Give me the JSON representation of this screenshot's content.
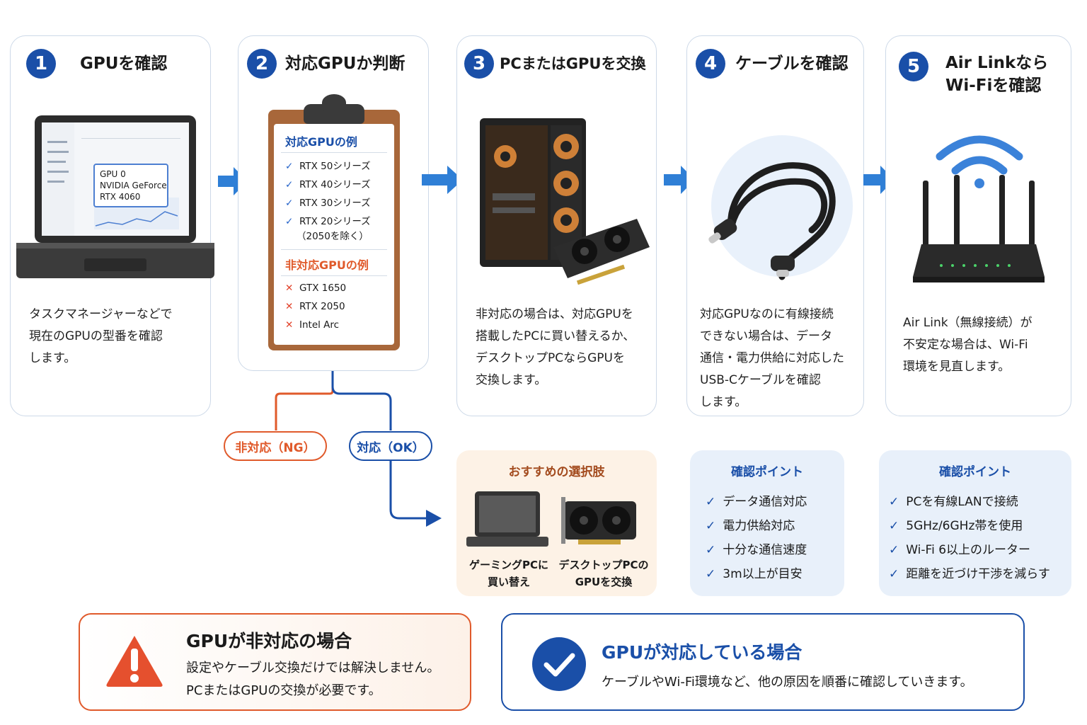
{
  "colors": {
    "primary_blue": "#1a4fa8",
    "accent_orange": "#e05a2b",
    "check_blue": "#2563c9",
    "cross_red": "#e2432b",
    "panel_blue_bg": "#e8f0fa",
    "panel_peach_bg": "#fdf2e6"
  },
  "steps": [
    {
      "num": "1",
      "title": "GPUを確認",
      "body": [
        "タスクマネージャーなどで",
        "現在のGPUの型番を確認",
        "します。"
      ]
    },
    {
      "num": "2",
      "title": "対応GPUか判断"
    },
    {
      "num": "3",
      "title": "PCまたはGPUを交換",
      "body": [
        "非対応の場合は、対応GPUを",
        "搭載したPCに買い替えるか、",
        "デスクトップPCならGPUを",
        "交換します。"
      ]
    },
    {
      "num": "4",
      "title": "ケーブルを確認",
      "body": [
        "対応GPUなのに有線接続",
        "できない場合は、データ",
        "通信・電力供給に対応した",
        "USB-Cケーブルを確認",
        "します。"
      ]
    },
    {
      "num": "5",
      "title_lines": [
        "Air Linkなら",
        "Wi-Fiを確認"
      ],
      "body": [
        "Air Link（無線接続）が",
        "不安定な場合は、Wi-Fi",
        "環境を見直します。"
      ]
    }
  ],
  "laptop_screen": {
    "gpu_line1": "GPU 0",
    "gpu_line2": "NVIDIA GeForce",
    "gpu_line3": "RTX 4060"
  },
  "clipboard": {
    "supported_title": "対応GPUの例",
    "supported": [
      "RTX 50シリーズ",
      "RTX 40シリーズ",
      "RTX 30シリーズ",
      "RTX 20シリーズ"
    ],
    "supported_note": "（2050を除く）",
    "unsupported_title": "非対応GPUの例",
    "unsupported": [
      "GTX 1650",
      "RTX 2050",
      "Intel Arc"
    ]
  },
  "branch": {
    "ng_label": "非対応（NG）",
    "ok_label": "対応（OK）"
  },
  "recommend": {
    "title": "おすすめの選択肢",
    "opt1": [
      "ゲーミングPCに",
      "買い替え"
    ],
    "opt2": [
      "デスクトップPCの",
      "GPUを交換"
    ]
  },
  "cable_points": {
    "title": "確認ポイント",
    "items": [
      "データ通信対応",
      "電力供給対応",
      "十分な通信速度",
      "3m以上が目安"
    ]
  },
  "wifi_points": {
    "title": "確認ポイント",
    "items": [
      "PCを有線LANで接続",
      "5GHz/6GHz帯を使用",
      "Wi-Fi 6以上のルーター",
      "距離を近づけ干渉を減らす"
    ]
  },
  "ng_box": {
    "title": "GPUが非対応の場合",
    "lines": [
      "設定やケーブル交換だけでは解決しません。",
      "PCまたはGPUの交換が必要です。"
    ]
  },
  "ok_box": {
    "title": "GPUが対応している場合",
    "text": "ケーブルやWi-Fi環境など、他の原因を順番に確認していきます。"
  }
}
